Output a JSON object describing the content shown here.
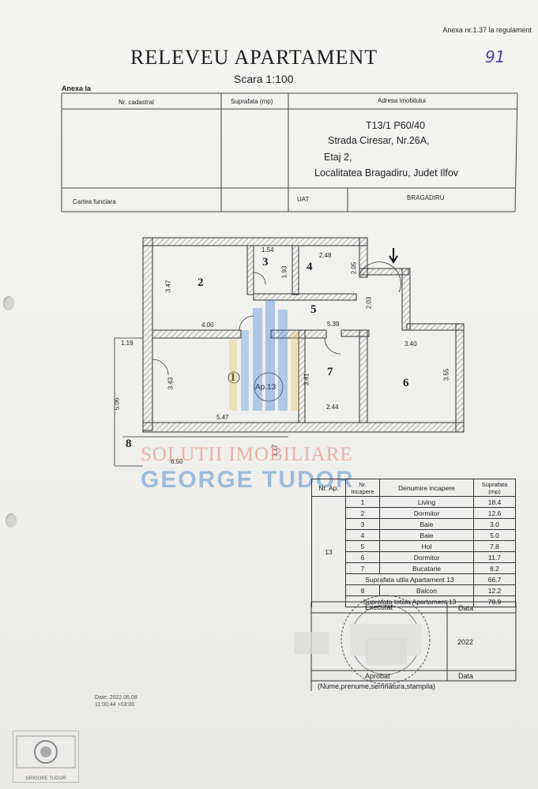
{
  "header": {
    "annex_ref": "Anexa nr.1.37 la regulament",
    "handwritten_number": "91",
    "title": "RELEVEU APARTAMENT",
    "scale": "Scara 1:100",
    "annex_label": "Anexa la"
  },
  "info_table": {
    "col_cadastral": "Nr. cadastral",
    "col_area": "Suprafata (mp)",
    "col_address": "Adresa imobilului",
    "address_lines": [
      "T13/1 P60/40",
      "Strada Ciresar, Nr.26A,",
      "Etaj 2,",
      "Localitatea Bragadiru, Judet Ilfov"
    ],
    "land_book": "Cartea funciara",
    "uat_label": "UAT",
    "uat_value": "BRAGADIRU"
  },
  "plan": {
    "room_numbers": [
      "1",
      "2",
      "3",
      "4",
      "5",
      "6",
      "7",
      "8"
    ],
    "dimensions": [
      "1.54",
      "2.48",
      "3.47",
      "1.93",
      "2.05",
      "2.03",
      "4.00",
      "5.39",
      "1.19",
      "3.40",
      "3.43",
      "3.41",
      "3.55",
      "5.06",
      "5.47",
      "2.44",
      "6.50",
      "1.17"
    ],
    "apartment_label": "Ap.13"
  },
  "watermark": {
    "line1": "SOLUTII IMOBILIARE",
    "line2": "GEORGE TUDOR"
  },
  "rooms_table": {
    "headers": [
      "Nr. Ap.",
      "Nr. Incapere",
      "Denumire incapere",
      "Suprafata (mp)"
    ],
    "apartment": "13",
    "rows": [
      {
        "nr": "1",
        "name": "Living",
        "area": "18.4"
      },
      {
        "nr": "2",
        "name": "Dormitor",
        "area": "12.6"
      },
      {
        "nr": "3",
        "name": "Baie",
        "area": "3.0"
      },
      {
        "nr": "4",
        "name": "Baie",
        "area": "5.0"
      },
      {
        "nr": "5",
        "name": "Hol",
        "area": "7.8"
      },
      {
        "nr": "6",
        "name": "Dormitor",
        "area": "11.7"
      },
      {
        "nr": "7",
        "name": "Bucatarie",
        "area": "8.2"
      }
    ],
    "useful_label": "Suprafata utila Apartament 13",
    "useful_value": "66.7",
    "balcony": {
      "nr": "8",
      "name": "Balcon",
      "area": "12.2"
    },
    "total_label": "Suprafata totala Apartament 13",
    "total_value": "78.9",
    "executed_label": "Executat",
    "date_label": "Data",
    "year": "2022",
    "approved_label": "Aprobat",
    "date_label2": "Data",
    "signature_note": "(Nume,prenume,semnatura,stampila)"
  },
  "stamps": {
    "date_stamp": "Date: 2022.06.08",
    "time_stamp": "11:00:44 +03:00",
    "logo_text": "GRIGORE TUDOR"
  }
}
